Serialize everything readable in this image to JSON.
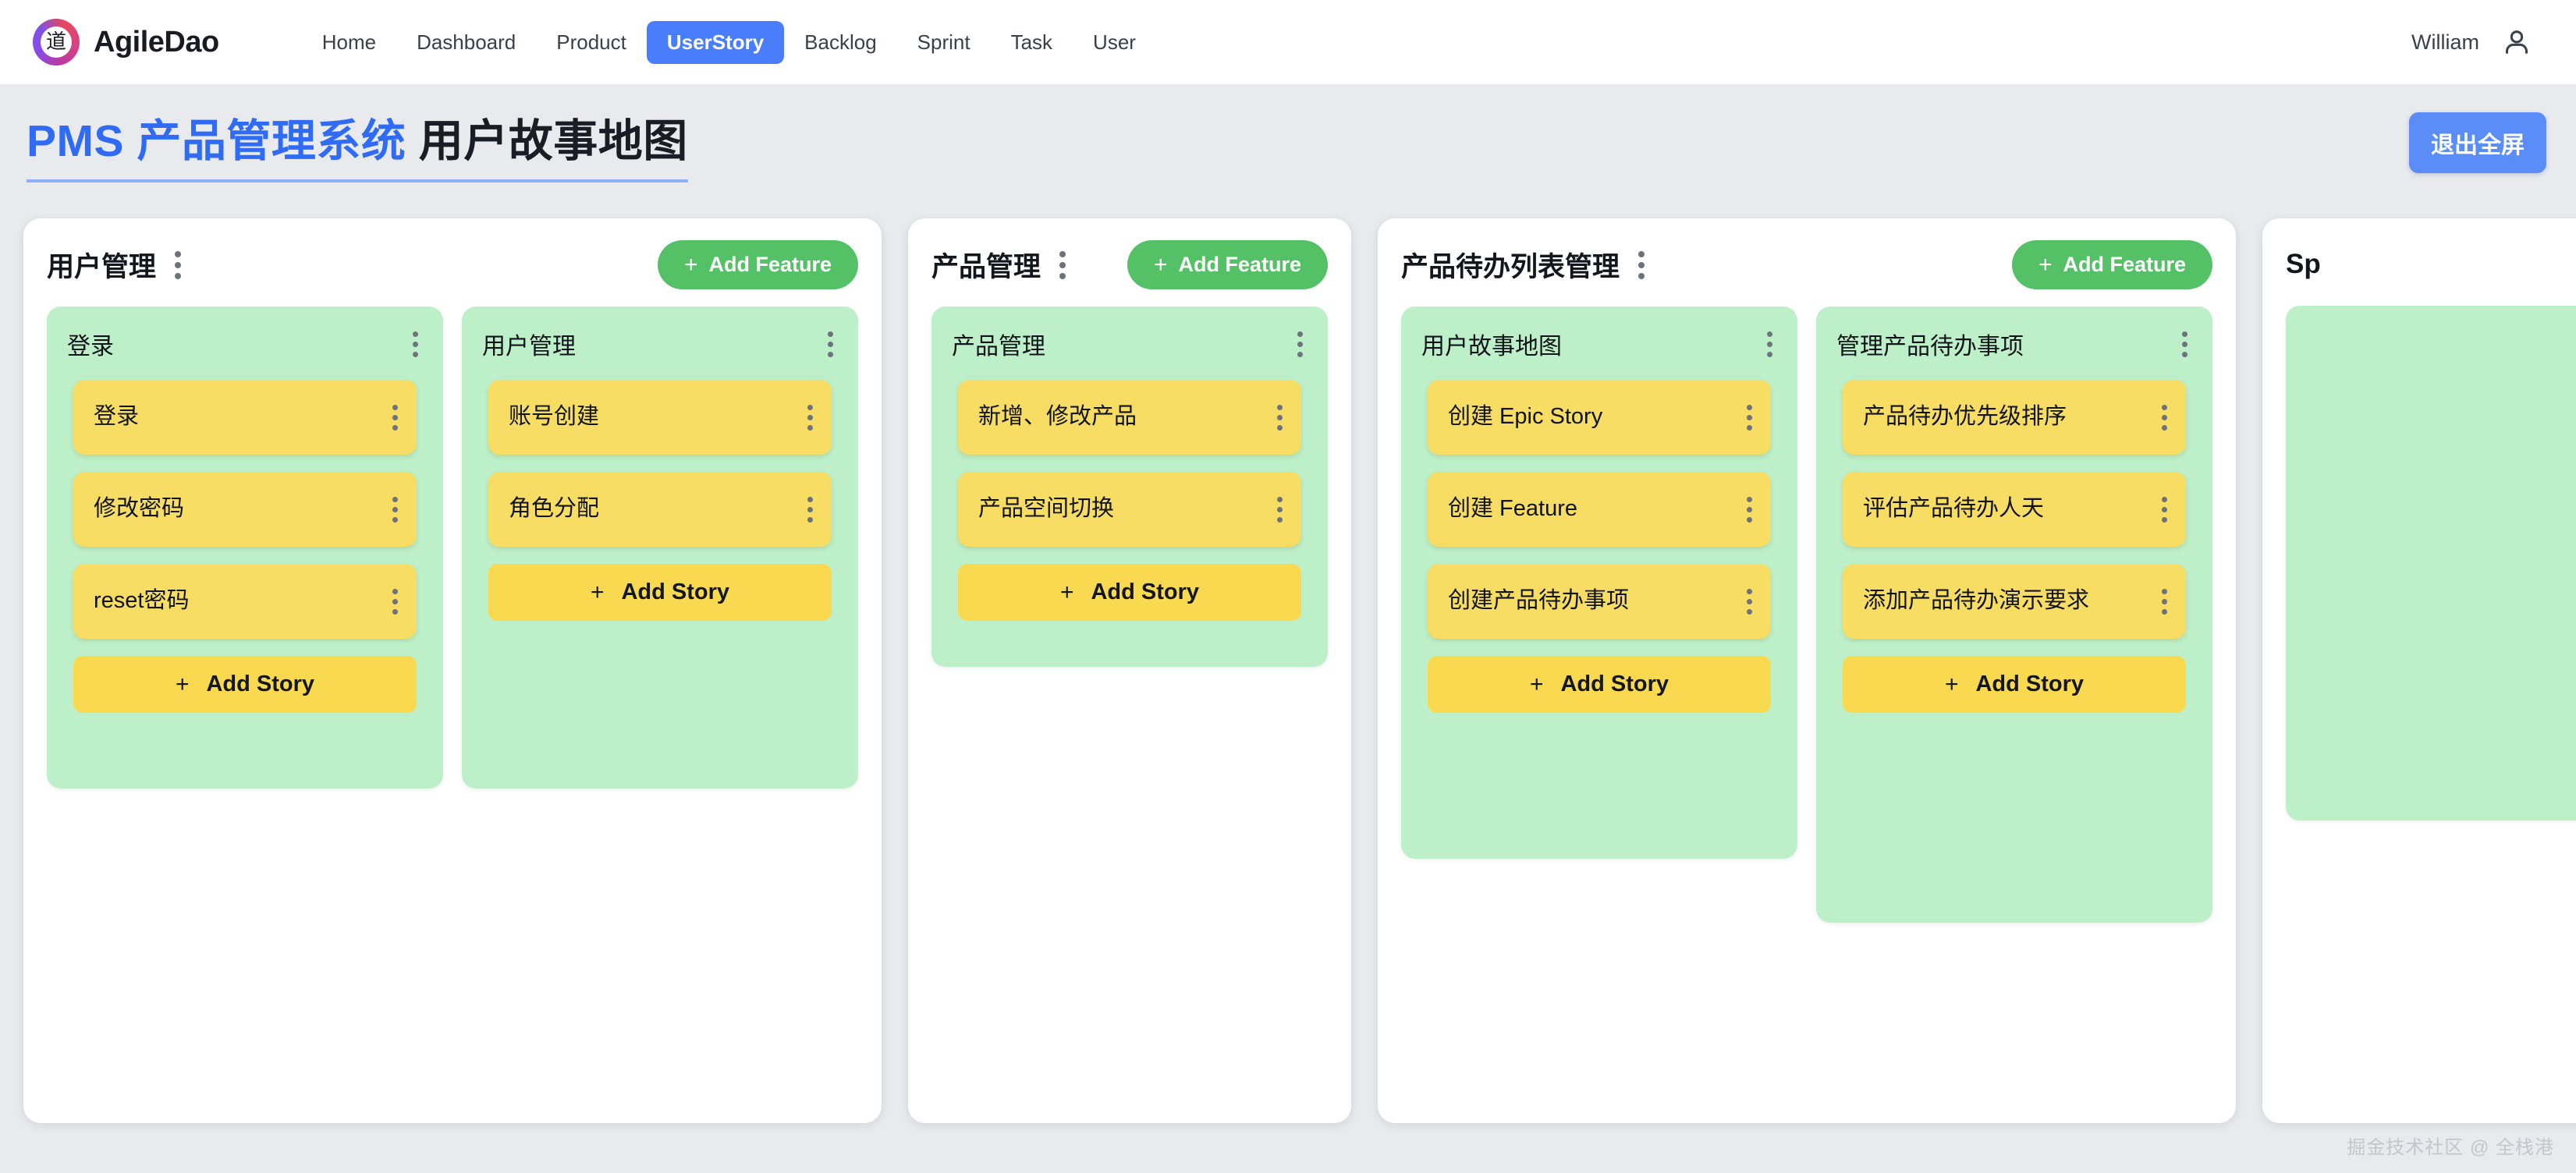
{
  "navbar": {
    "logo_glyph": "道",
    "brand": "AgileDao",
    "links": [
      {
        "label": "Home",
        "active": false
      },
      {
        "label": "Dashboard",
        "active": false
      },
      {
        "label": "Product",
        "active": false
      },
      {
        "label": "UserStory",
        "active": true
      },
      {
        "label": "Backlog",
        "active": false
      },
      {
        "label": "Sprint",
        "active": false
      },
      {
        "label": "Task",
        "active": false
      },
      {
        "label": "User",
        "active": false
      }
    ],
    "user_name": "William"
  },
  "page_head": {
    "title_primary": "PMS 产品管理系统",
    "title_secondary": "用户故事地图",
    "exit_fullscreen_label": "退出全屏"
  },
  "labels": {
    "add_feature": "Add Feature",
    "add_story": "Add Story",
    "plus": "+"
  },
  "colors": {
    "accent_blue": "#4a7dfc",
    "title_blue": "#2f6bf5",
    "add_feature_green": "#55c166",
    "feature_green": "#bdf0c8",
    "story_yellow": "#f7dd63",
    "page_bg": "#e8eaed",
    "card_bg": "#ffffff"
  },
  "board": {
    "epics": [
      {
        "title": "用户管理",
        "features": [
          {
            "title": "登录",
            "stories": [
              "登录",
              "修改密码",
              "reset密码"
            ]
          },
          {
            "title": "用户管理",
            "stories": [
              "账号创建",
              "角色分配"
            ]
          }
        ]
      },
      {
        "title": "产品管理",
        "features": [
          {
            "title": "产品管理",
            "stories": [
              "新增、修改产品",
              "产品空间切换"
            ]
          }
        ]
      },
      {
        "title": "产品待办列表管理",
        "features": [
          {
            "title": "用户故事地图",
            "stories": [
              "创建 Epic Story",
              "创建 Feature",
              "创建产品待办事项"
            ]
          },
          {
            "title": "管理产品待办事项",
            "stories": [
              "产品待办优先级排序",
              "评估产品待办人天",
              "添加产品待办演示要求"
            ]
          }
        ]
      },
      {
        "title": "Sp",
        "features": [
          {
            "title": "",
            "stories": []
          }
        ]
      }
    ]
  },
  "watermark": "掘金技术社区 @ 全栈港"
}
